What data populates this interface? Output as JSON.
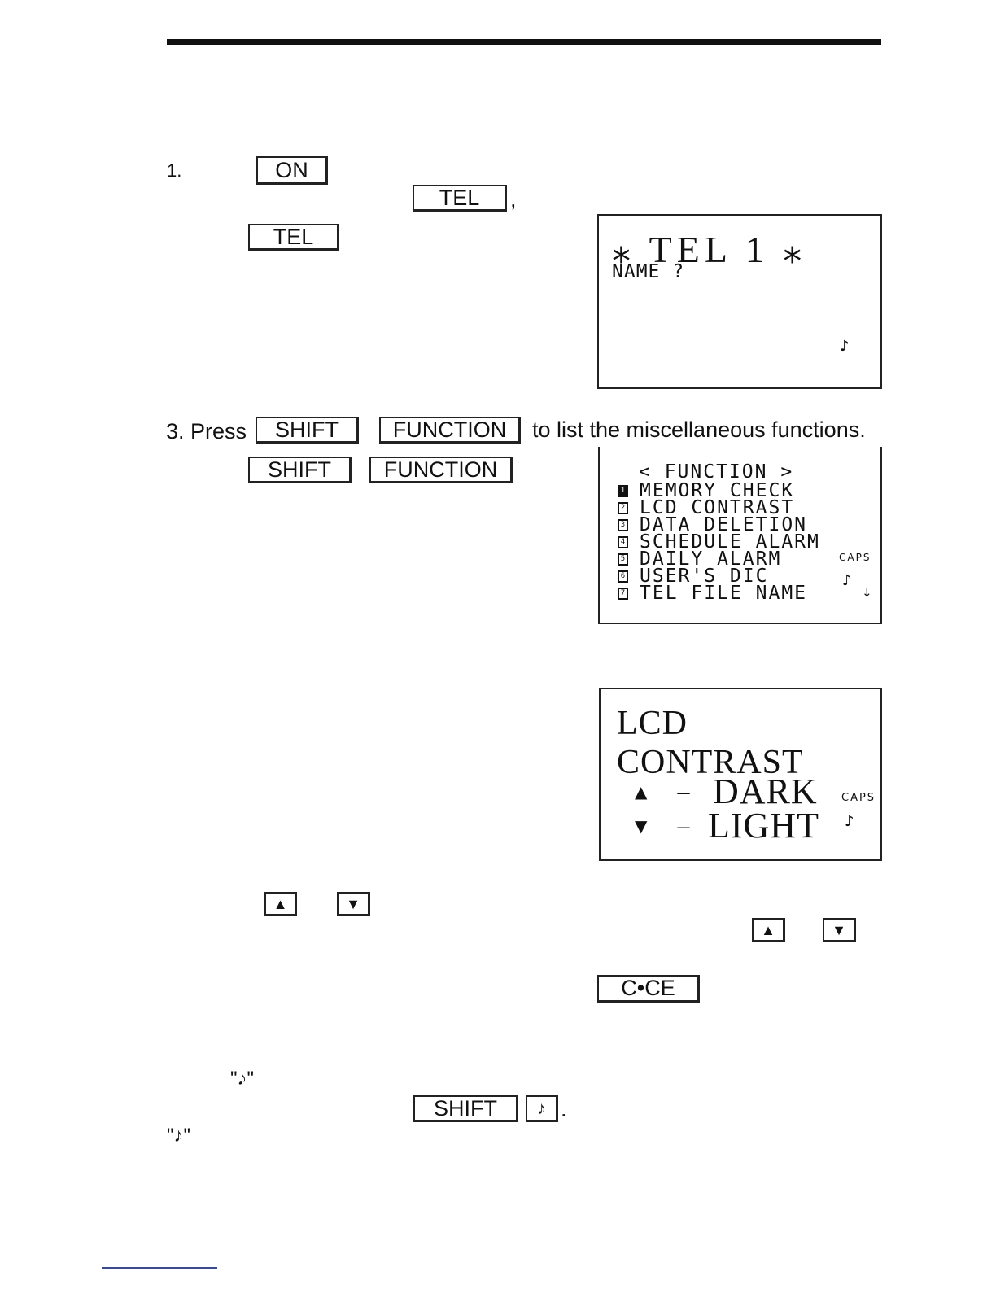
{
  "step1": {
    "number": "1.",
    "key_on": "ON",
    "key_tel": "TEL",
    "comma": ","
  },
  "step2": {
    "key_tel": "TEL"
  },
  "screen_tel": {
    "title": "⁎ TEL 1 ⁎",
    "prompt": "NAME ?",
    "note_icon": "♪"
  },
  "step3": {
    "text_press": "3. Press",
    "key_shift": "SHIFT",
    "key_function": "FUNCTION",
    "text_rest": "to list the miscellaneous functions.",
    "key_shift_2": "SHIFT",
    "key_function_2": "FUNCTION"
  },
  "screen_function": {
    "header": "< FUNCTION >",
    "items": [
      {
        "num": "1",
        "label": "MEMORY CHECK"
      },
      {
        "num": "2",
        "label": "LCD CONTRAST"
      },
      {
        "num": "3",
        "label": "DATA DELETION"
      },
      {
        "num": "4",
        "label": "SCHEDULE ALARM"
      },
      {
        "num": "5",
        "label": "DAILY ALARM"
      },
      {
        "num": "6",
        "label": "USER'S DIC"
      },
      {
        "num": "7",
        "label": "TEL FILE NAME"
      }
    ],
    "caps": "CAPS",
    "note_icon": "♪",
    "scroll_icon": "↓"
  },
  "screen_contrast": {
    "title": "LCD CONTRAST",
    "up_symbol": "▲",
    "down_symbol": "▼",
    "dash": "–",
    "dark": "DARK",
    "light": "LIGHT",
    "caps": "CAPS",
    "note_icon": "♪"
  },
  "step4": {
    "key_up": "▲",
    "key_down": "▼",
    "key_up_2": "▲",
    "key_down_2": "▼"
  },
  "step5": {
    "key_cce": "C•CE"
  },
  "note_section": {
    "symbol_quote_1": "\"♪\"",
    "key_shift": "SHIFT",
    "key_note": "♪",
    "period": ".",
    "symbol_quote_2": "\"♪\""
  }
}
